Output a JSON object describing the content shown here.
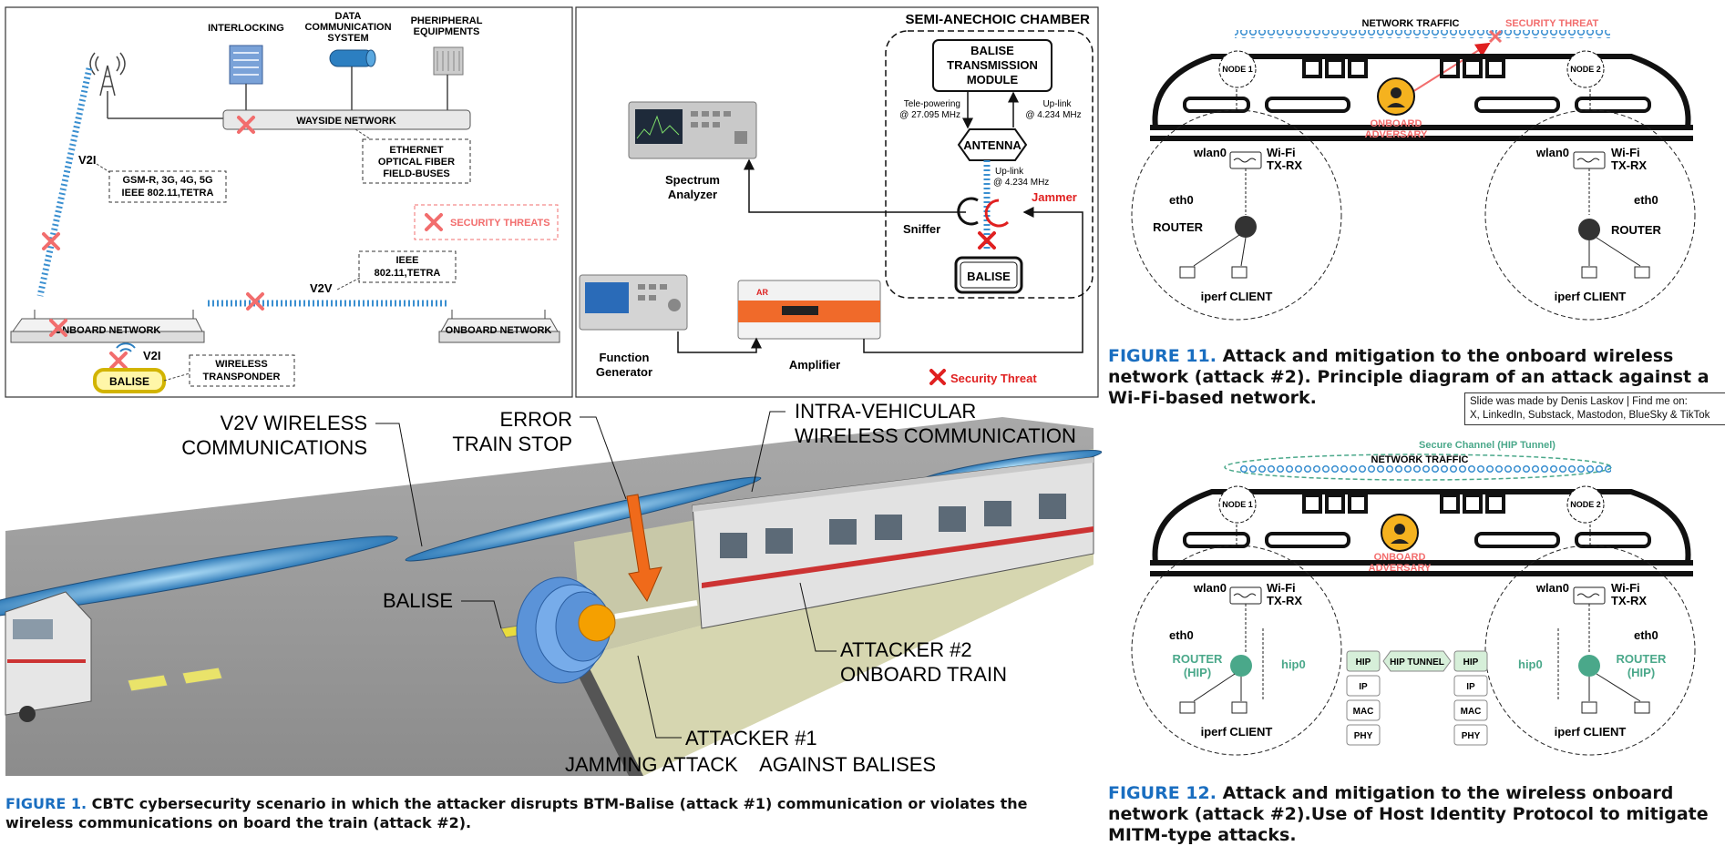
{
  "panel_a": {
    "interlocking": "INTERLOCKING",
    "data_comm_1": "DATA",
    "data_comm_2": "COMMUNICATION",
    "data_comm_3": "SYSTEM",
    "peripheral_1": "PHERIPHERAL",
    "peripheral_2": "EQUIPMENTS",
    "wayside_network": "WAYSIDE NETWORK",
    "ethernet_1": "ETHERNET",
    "ethernet_2": "OPTICAL FIBER",
    "ethernet_3": "FIELD-BUSES",
    "v2i_top": "V2I",
    "gsm_1": "GSM-R, 3G, 4G, 5G",
    "gsm_2": "IEEE 802.11,TETRA",
    "security_threats": "SECURITY THREATS",
    "ieee_1": "IEEE",
    "ieee_2": "802.11,TETRA",
    "v2v": "V2V",
    "onboard_network_left": "ONBOARD NETWORK",
    "onboard_network_right": "ONBOARD NETWORK",
    "v2i_bottom": "V2I",
    "balise": "BALISE",
    "wireless_1": "WIRELESS",
    "wireless_2": "TRANSPONDER"
  },
  "panel_b": {
    "title": "SEMI-ANECHOIC CHAMBER",
    "btm_1": "BALISE",
    "btm_2": "TRANSMISSION",
    "btm_3": "MODULE",
    "telepower_1": "Tele-powering",
    "telepower_2": "@ 27.095 MHz",
    "uplink_1": "Up-link",
    "uplink_2": "@ 4.234 MHz",
    "antenna": "ANTENNA",
    "uplink_3": "Up-link",
    "uplink_4": "@ 4.234 MHz",
    "jammer": "Jammer",
    "sniffer": "Sniffer",
    "balise": "BALISE",
    "spectrum_1": "Spectrum",
    "spectrum_2": "Analyzer",
    "function_1": "Function",
    "function_2": "Generator",
    "amplifier": "Amplifier",
    "security_threat": "Security Threat"
  },
  "scene": {
    "v2v_1": "V2V WIRELESS",
    "v2v_2": "COMMUNICATIONS",
    "error_1": "ERROR",
    "error_2": "TRAIN STOP",
    "intra_1": "INTRA-VEHICULAR",
    "intra_2": "WIRELESS COMMUNICATION",
    "balise": "BALISE",
    "attacker2_1": "ATTACKER #2",
    "attacker2_2": "ONBOARD TRAIN",
    "attacker1": "ATTACKER #1",
    "jamming": "JAMMING ATTACK    AGAINST BALISES"
  },
  "fig11": {
    "network_traffic": "NETWORK TRAFFIC",
    "security_threat": "SECURITY THREAT",
    "node1": "NODE 1",
    "node2": "NODE 2",
    "adversary_1": "ONBOARD",
    "adversary_2": "ADVERSARY",
    "wlan0_l": "wlan0",
    "wifi_l1": "Wi-Fi",
    "wifi_l2": "TX-RX",
    "eth0_l": "eth0",
    "router_l": "ROUTER",
    "iperf_l": "iperf CLIENT",
    "wlan0_r": "wlan0",
    "wifi_r1": "Wi-Fi",
    "wifi_r2": "TX-RX",
    "eth0_r": "eth0",
    "router_r": "ROUTER",
    "iperf_r": "iperf CLIENT"
  },
  "fig12": {
    "secure_channel": "Secure Channel (HIP Tunnel)",
    "network_traffic": "NETWORK TRAFFIC",
    "node1": "NODE 1",
    "node2": "NODE 2",
    "adversary_1": "ONBOARD",
    "adversary_2": "ADVERSARY",
    "wlan0_l": "wlan0",
    "wifi_l1": "Wi-Fi",
    "wifi_l2": "TX-RX",
    "eth0_l": "eth0",
    "router_l1": "ROUTER",
    "router_l2": "(HIP)",
    "hip0_l": "hip0",
    "iperf_l": "iperf CLIENT",
    "wlan0_r": "wlan0",
    "wifi_r1": "Wi-Fi",
    "wifi_r2": "TX-RX",
    "eth0_r": "eth0",
    "router_r1": "ROUTER",
    "router_r2": "(HIP)",
    "hip0_r": "hip0",
    "iperf_r": "iperf CLIENT",
    "stack_left": [
      "HIP",
      "IP",
      "MAC",
      "PHY"
    ],
    "stack_right": [
      "HIP",
      "IP",
      "MAC",
      "PHY"
    ],
    "hip_tunnel": "HIP TUNNEL"
  },
  "captions": {
    "fig1_label": "FIGURE 1.",
    "fig1_text": "CBTC cybersecurity scenario in which the attacker disrupts BTM-Balise (attack #1) communication or violates the wireless communications on board the train (attack #2).",
    "fig11_label": "FIGURE 11.",
    "fig11_text": "Attack and mitigation to the onboard wireless network (attack #2). Principle diagram of an attack against a Wi-Fi-based network.",
    "fig12_label": "FIGURE 12.",
    "fig12_text": "Attack and mitigation to the wireless onboard network (attack #2).Use of Host Identity Protocol to mitigate MITM-type attacks."
  },
  "credit": {
    "line1": "Slide was made by Denis Laskov | Find me on:",
    "line2": "X, LinkedIn, Substack, Mastodon, BlueSky & TikTok"
  },
  "colors": {
    "accent_blue": "#1a6ec0",
    "threat_red": "#e02020",
    "hip_green": "#4aa88a",
    "adversary_orange": "#f0a020"
  }
}
